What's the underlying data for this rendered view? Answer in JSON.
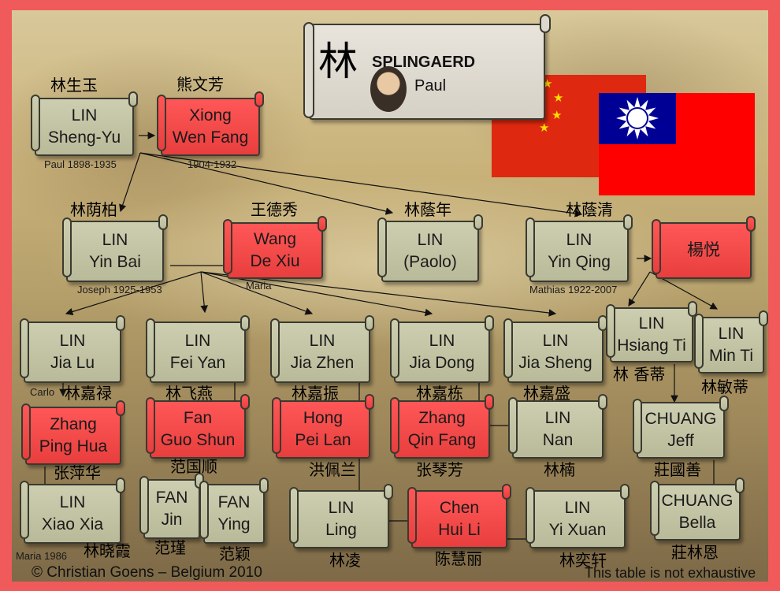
{
  "title": {
    "chinese_surname": "林",
    "surname": "SPLINGAERD",
    "given_name": "Paul"
  },
  "flags": {
    "china": {
      "field": "#de2910",
      "stars": "#ffde00"
    },
    "taiwan": {
      "field": "#fe0000",
      "canton": "#000095",
      "sun": "#ffffff"
    }
  },
  "colors": {
    "border": "#f05a5a",
    "node_olive": "#c4c5a6",
    "node_red": "#f04848"
  },
  "people": {
    "lin_sheng_yu": {
      "line1": "LIN",
      "line2": "Sheng-Yu",
      "chinese": "林生玉",
      "note": "Paul 1898-1935"
    },
    "xiong_wen_fang": {
      "line1": "Xiong",
      "line2": "Wen Fang",
      "chinese": "熊文芳",
      "note": "1904-1932"
    },
    "lin_yin_bai": {
      "line1": "LIN",
      "line2": "Yin Bai",
      "chinese": "林荫柏",
      "note": "Joseph 1925-1953"
    },
    "wang_de_xiu": {
      "line1": "Wang",
      "line2": "De Xiu",
      "chinese": "王德秀",
      "note": "Maria"
    },
    "lin_paolo": {
      "line1": "LIN",
      "line2": "(Paolo)",
      "chinese": "林蔭年"
    },
    "lin_yin_qing": {
      "line1": "LIN",
      "line2": "Yin Qing",
      "chinese": "林蔭清",
      "note": "Mathias 1922-2007"
    },
    "yang_yue": {
      "line1": "楊悦"
    },
    "lin_hsiang_ti": {
      "line1": "LIN",
      "line2": "Hsiang Ti",
      "chinese": "林 香蒂"
    },
    "lin_min_ti": {
      "line1": "LIN",
      "line2": "Min Ti",
      "chinese": "林敏蒂"
    },
    "lin_jia_lu": {
      "line1": "LIN",
      "line2": "Jia Lu",
      "chinese": "林嘉禄",
      "note": "Carlo"
    },
    "lin_fei_yan": {
      "line1": "LIN",
      "line2": "Fei Yan",
      "chinese": "林飞燕"
    },
    "lin_jia_zhen": {
      "line1": "LIN",
      "line2": "Jia Zhen",
      "chinese": "林嘉振"
    },
    "lin_jia_dong": {
      "line1": "LIN",
      "line2": "Jia Dong",
      "chinese": "林嘉栋"
    },
    "lin_jia_sheng": {
      "line1": "LIN",
      "line2": "Jia Sheng",
      "chinese": "林嘉盛"
    },
    "zhang_ping_hua": {
      "line1": "Zhang",
      "line2": "Ping Hua",
      "chinese": "张萍华"
    },
    "fan_guo_shun": {
      "line1": "Fan",
      "line2": "Guo Shun",
      "chinese": "范国顺"
    },
    "hong_pei_lan": {
      "line1": "Hong",
      "line2": "Pei Lan",
      "chinese": "洪佩兰"
    },
    "zhang_qin_fang": {
      "line1": "Zhang",
      "line2": "Qin Fang",
      "chinese": "张琴芳"
    },
    "lin_nan": {
      "line1": "LIN",
      "line2": "Nan",
      "chinese": "林楠"
    },
    "chuang_jeff": {
      "line1": "CHUANG",
      "line2": "Jeff",
      "chinese": "莊國善"
    },
    "lin_xiao_xia": {
      "line1": "LIN",
      "line2": "Xiao Xia",
      "chinese": "林晓霞",
      "note": "Maria 1986"
    },
    "fan_jin": {
      "line1": "FAN",
      "line2": "Jin",
      "chinese": "范瑾"
    },
    "fan_ying": {
      "line1": "FAN",
      "line2": "Ying",
      "chinese": "范颖"
    },
    "lin_ling": {
      "line1": "LIN",
      "line2": "Ling",
      "chinese": "林凌"
    },
    "chen_hui_li": {
      "line1": "Chen",
      "line2": "Hui Li",
      "chinese": "陈慧丽"
    },
    "lin_yi_xuan": {
      "line1": "LIN",
      "line2": "Yi Xuan",
      "chinese": "林奕轩"
    },
    "chuang_bella": {
      "line1": "CHUANG",
      "line2": "Bella",
      "chinese": "莊林恩"
    }
  },
  "footer": {
    "copyright": "© Christian Goens – Belgium 2010",
    "disclaimer": "This table is not exhaustive"
  }
}
